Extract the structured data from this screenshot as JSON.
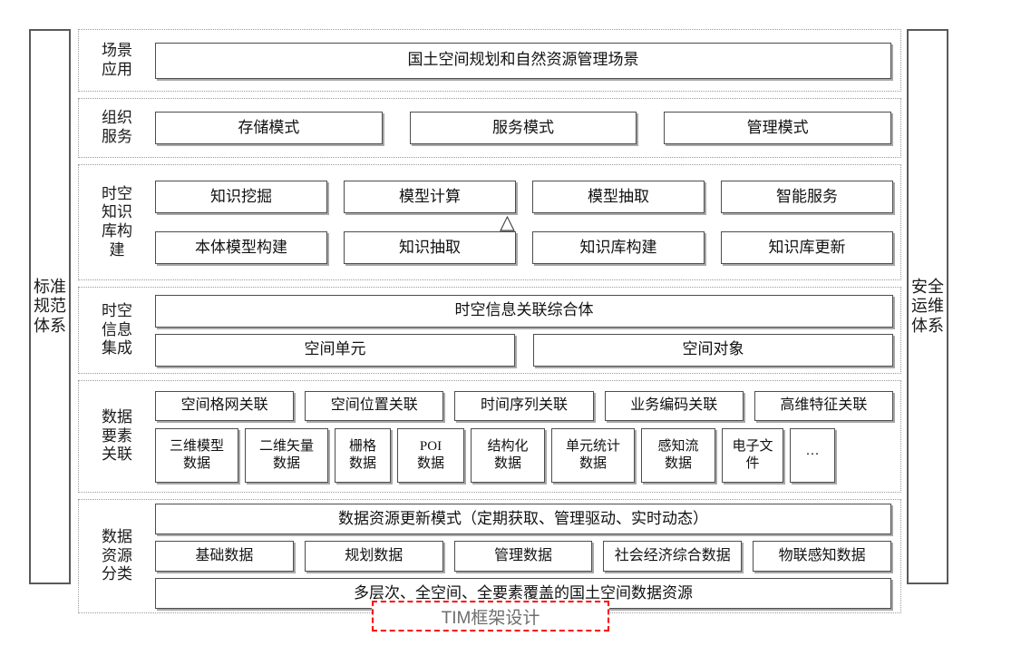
{
  "pillars": {
    "left": "标准规范体系",
    "right": "安全运维体系"
  },
  "sections": [
    {
      "key": "scene",
      "label": "场景应用",
      "label_lines": [
        "场景",
        "应用"
      ],
      "rows": [
        {
          "boxes": [
            "国土空间规划和自然资源管理场景"
          ]
        }
      ]
    },
    {
      "key": "org",
      "label": "组织服务",
      "label_lines": [
        "组织",
        "服务"
      ],
      "rows": [
        {
          "boxes": [
            "存储模式",
            "服务模式",
            "管理模式"
          ]
        }
      ]
    },
    {
      "key": "kb",
      "label": "时空知识库构建",
      "label_lines": [
        "时空",
        "知识",
        "库构",
        "建"
      ],
      "marker": "△",
      "rows": [
        {
          "boxes": [
            "知识挖掘",
            "模型计算",
            "模型抽取",
            "智能服务"
          ]
        },
        {
          "boxes": [
            "本体模型构建",
            "知识抽取",
            "知识库构建",
            "知识库更新"
          ]
        }
      ]
    },
    {
      "key": "int",
      "label": "时空信息集成",
      "label_lines": [
        "时空",
        "信息",
        "集成"
      ],
      "rows": [
        {
          "boxes": [
            "时空信息关联综合体"
          ]
        },
        {
          "boxes": [
            "空间单元",
            "空间对象"
          ]
        }
      ]
    },
    {
      "key": "elem",
      "label": "数据要素关联",
      "label_lines": [
        "数据",
        "要素",
        "关联"
      ],
      "rows": [
        {
          "boxes": [
            "空间格网关联",
            "空间位置关联",
            "时间序列关联",
            "业务编码关联",
            "高维特征关联"
          ]
        },
        {
          "boxes_multiline": [
            {
              "lines": [
                "三维模型",
                "数据"
              ],
              "width": 92
            },
            {
              "lines": [
                "二维矢量",
                "数据"
              ],
              "width": 92
            },
            {
              "lines": [
                "栅格",
                "数据"
              ],
              "width": 62
            },
            {
              "lines": [
                "POI",
                "数据"
              ],
              "width": 74
            },
            {
              "lines": [
                "结构化",
                "数据"
              ],
              "width": 82
            },
            {
              "lines": [
                "单元统计",
                "数据"
              ],
              "width": 92
            },
            {
              "lines": [
                "感知流",
                "数据"
              ],
              "width": 82
            },
            {
              "lines": [
                "电子文",
                "件"
              ],
              "width": 68
            },
            {
              "lines": [
                "···",
                ""
              ],
              "width": 50
            }
          ]
        }
      ]
    },
    {
      "key": "res",
      "label": "数据资源分类",
      "label_lines": [
        "数据",
        "资源",
        "分类"
      ],
      "rows": [
        {
          "boxes": [
            "数据资源更新模式（定期获取、管理驱动、实时动态）"
          ]
        },
        {
          "boxes": [
            "基础数据",
            "规划数据",
            "管理数据",
            "社会经济综合数据",
            "物联感知数据"
          ]
        },
        {
          "boxes": [
            "多层次、全空间、全要素覆盖的国土空间数据资源"
          ]
        }
      ]
    }
  ],
  "caption": "TIM框架设计",
  "colors": {
    "box_border": "#4d4d4d",
    "box_shadow": "#a8a8a8",
    "section_border": "#9a9a9a",
    "pillar_border": "#595959",
    "caption_border": "#ff0000",
    "caption_text": "#6e6e6e"
  }
}
